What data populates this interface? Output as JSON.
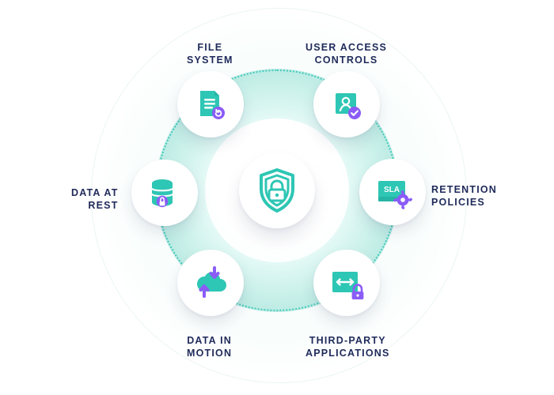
{
  "diagram": {
    "center": {
      "icon": "shield-lock-icon"
    },
    "nodes": [
      {
        "key": "file_system",
        "label_lines": [
          "FILE",
          "SYSTEM"
        ],
        "icon": "document-refresh-icon"
      },
      {
        "key": "user_access_controls",
        "label_lines": [
          "USER ACCESS",
          "CONTROLS"
        ],
        "icon": "user-check-icon"
      },
      {
        "key": "retention_policies",
        "label_lines": [
          "RETENTION",
          "POLICIES"
        ],
        "icon": "sla-gear-icon",
        "icon_text": "SLA"
      },
      {
        "key": "third_party_applications",
        "label_lines": [
          "THIRD-PARTY",
          "APPLICATIONS"
        ],
        "icon": "arrows-lock-icon"
      },
      {
        "key": "data_in_motion",
        "label_lines": [
          "DATA IN",
          "MOTION"
        ],
        "icon": "cloud-transfer-icon"
      },
      {
        "key": "data_at_rest",
        "label_lines": [
          "DATA AT",
          "REST"
        ],
        "icon": "database-lock-icon"
      }
    ],
    "colors": {
      "navy": "#1f2a5a",
      "teal": "#2ec6b4",
      "purple": "#8b5cf6",
      "ring": "#d7f2ee"
    }
  }
}
